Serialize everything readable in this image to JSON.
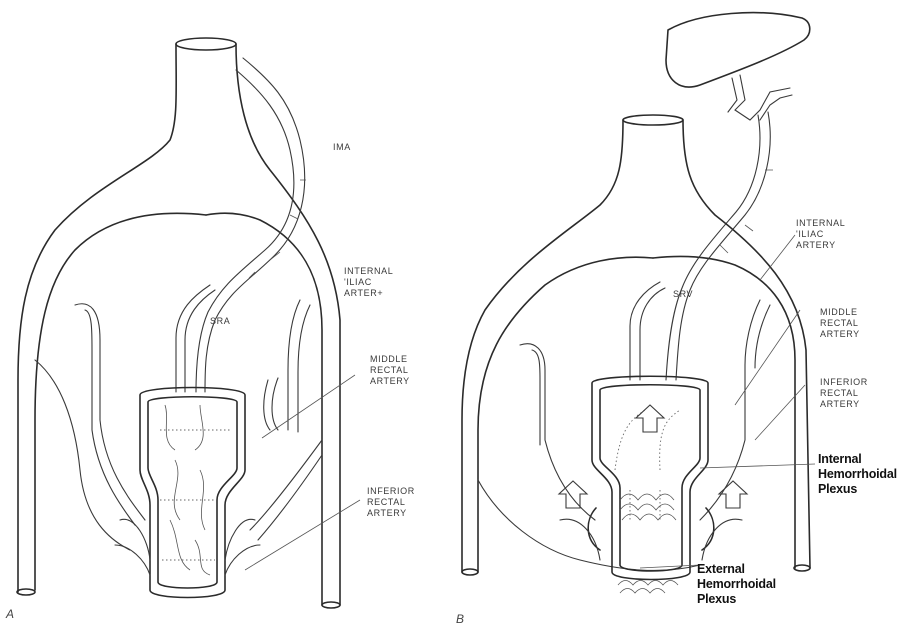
{
  "panel_a": {
    "letter": "A",
    "labels": {
      "ima": "IMA",
      "internal_iliac": "INTERNAL\n'ILIAC\nARTER+",
      "sra": "SRA",
      "middle_rectal": "MIDDLE\nRECTAL\nARTERY",
      "inferior_rectal": "INFERIOR\nRECTAL\nARTERY"
    }
  },
  "panel_b": {
    "letter": "B",
    "labels": {
      "internal_iliac": "INTERNAL\n'ILIAC\nARTERY",
      "srv": "SRV",
      "middle_rectal": "MIDDLE\nRECTAL\nARTERY",
      "inferior_rectal": "INFERIOR\nRECTAL\nARTERY",
      "internal_plexus": "Internal\nHemorrhoidal\nPlexus",
      "external_plexus": "External\nHemorrhoidal\nPlexus"
    }
  }
}
